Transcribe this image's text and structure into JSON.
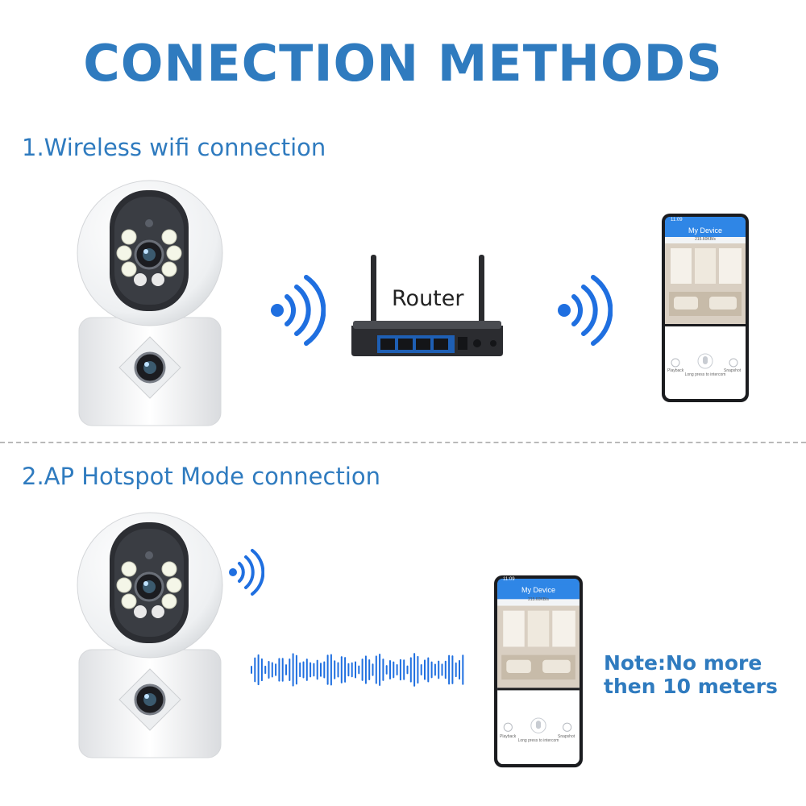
{
  "title": "CONECTION METHODS",
  "section1": {
    "title": "1.Wireless wifi connection",
    "router_label": "Router"
  },
  "section2": {
    "title": "2.AP Hotspot Mode connection",
    "note_line1": "Note:No more",
    "note_line2": "then 10 meters"
  },
  "phone": {
    "time": "11:09",
    "header": "My Device",
    "speed": "215.60KB/s",
    "playback": "Playback",
    "snapshot": "Snapshot",
    "intercom": "Long press to intercom"
  },
  "colors": {
    "title_blue": "#2f7bbf",
    "signal_blue": "#1f6fe0",
    "app_header_blue": "#2f86e6"
  },
  "icons": [
    "wifi-signal-icon",
    "sound-wave-icon",
    "microphone-icon",
    "playback-icon",
    "snapshot-icon"
  ]
}
